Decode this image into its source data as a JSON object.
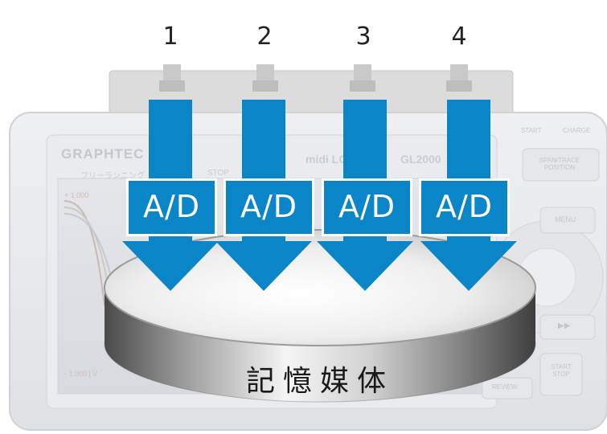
{
  "device": {
    "brand": "GRAPHTEC",
    "model": "midi LO",
    "model_suffix": "GL2000",
    "screen_mode": "フリーランニング",
    "screen_status": "STOP",
    "scale_top": "+ 1.000",
    "scale_bottom": "- 1.000 | V",
    "buttons": {
      "start": "START",
      "charge": "CHARGE",
      "span_trace": "SPAN/TRACE\nPOSITION",
      "menu": "MENU",
      "review": "REVIEW",
      "start_stop": "START\nSTOP",
      "fast_forward": "▶▶"
    }
  },
  "channels": [
    {
      "number": "1",
      "converter": "A/D"
    },
    {
      "number": "2",
      "converter": "A/D"
    },
    {
      "number": "3",
      "converter": "A/D"
    },
    {
      "number": "4",
      "converter": "A/D"
    }
  ],
  "storage": {
    "label": "記憶媒体"
  },
  "colors": {
    "arrow": "#0a86c8",
    "ad_box": "#0a86c8",
    "ad_border": "#ffffff"
  },
  "icons": {
    "signal_arrow": "down-arrow-icon",
    "connector": "bnc-connector-icon",
    "storage": "disk-icon"
  }
}
